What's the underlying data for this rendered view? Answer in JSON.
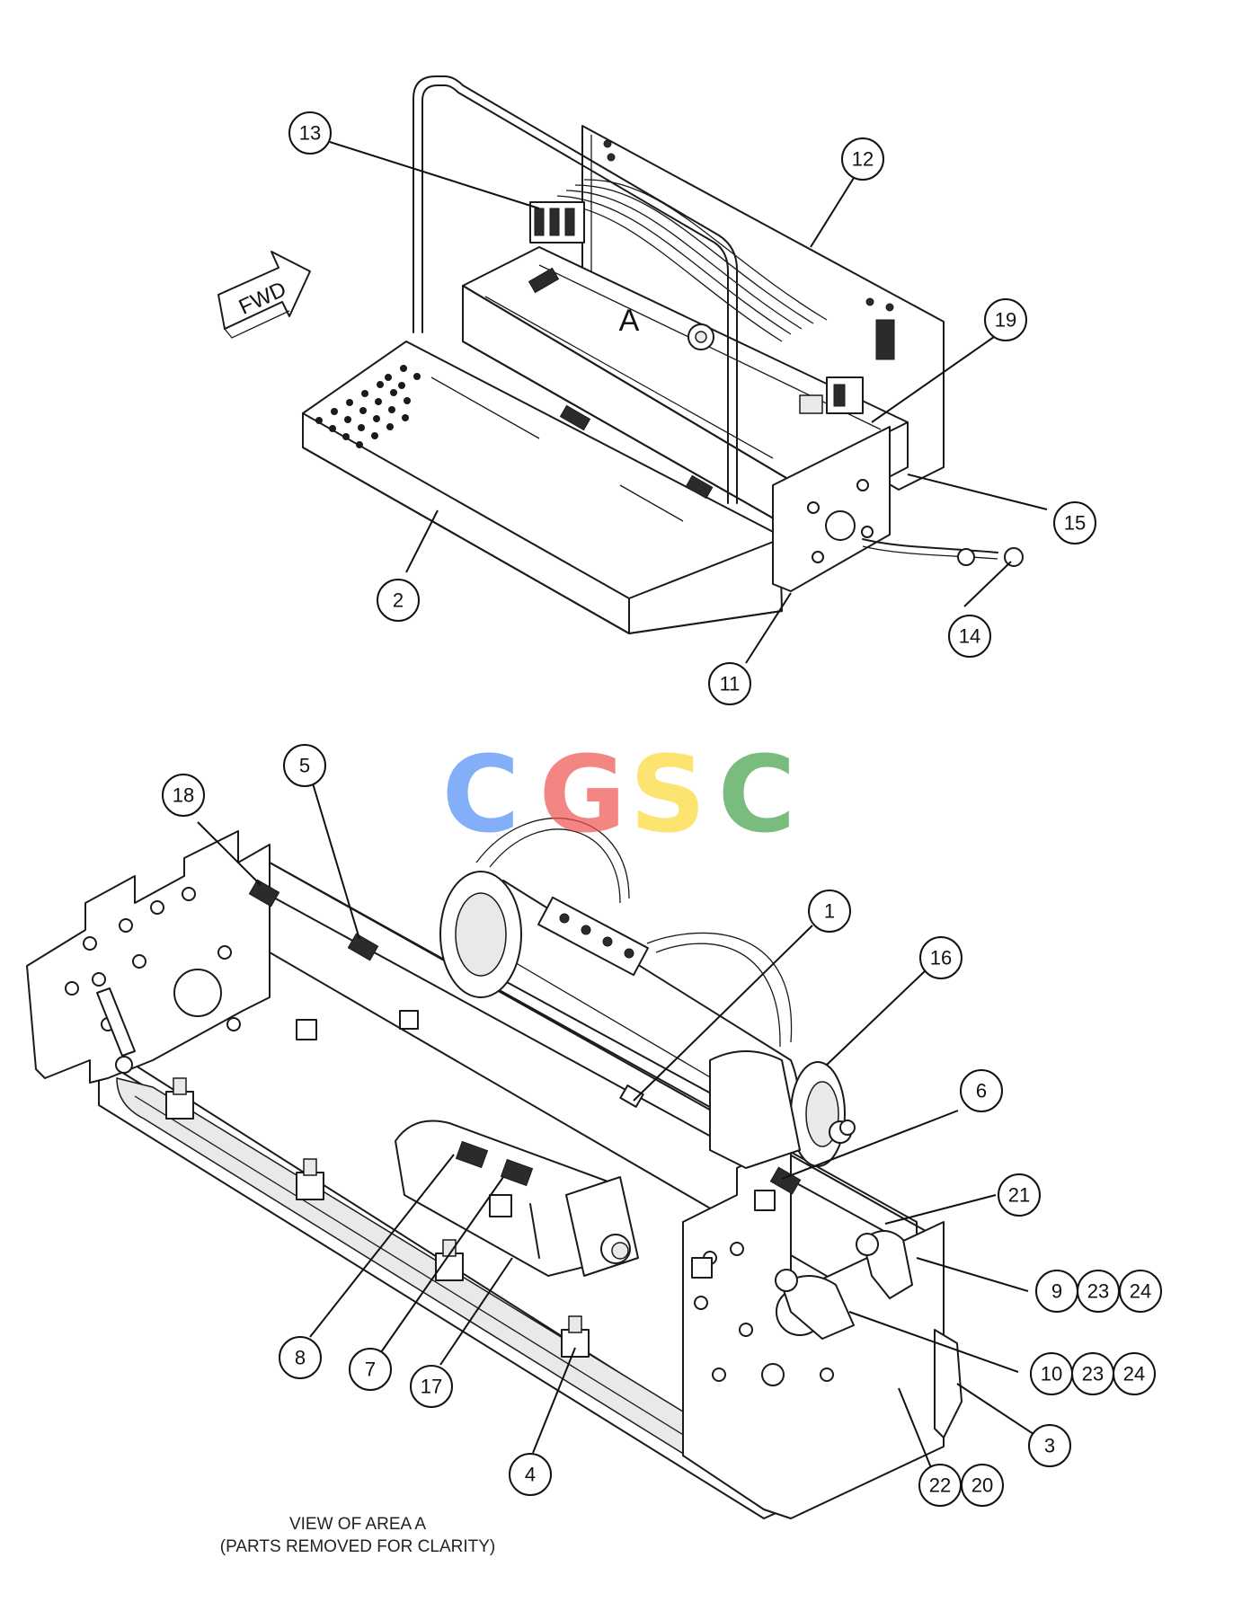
{
  "top_view": {
    "area_label": "A",
    "forward_arrow_label": "FWD",
    "callouts": [
      "13",
      "12",
      "19",
      "15",
      "14",
      "11",
      "2"
    ]
  },
  "bottom_view": {
    "callouts": [
      "18",
      "5",
      "1",
      "16",
      "6",
      "21",
      "9",
      "23",
      "24",
      "10",
      "23",
      "24",
      "3",
      "22",
      "20",
      "4",
      "17",
      "7",
      "8"
    ],
    "caption_line1": "VIEW OF AREA A",
    "caption_line2": "(PARTS REMOVED FOR CLARITY)"
  },
  "watermark": {
    "letters": [
      "C",
      "G",
      "S",
      "C"
    ],
    "colors": [
      "#4f8ef7",
      "#ef5350",
      "#fdd835",
      "#43a047"
    ]
  }
}
